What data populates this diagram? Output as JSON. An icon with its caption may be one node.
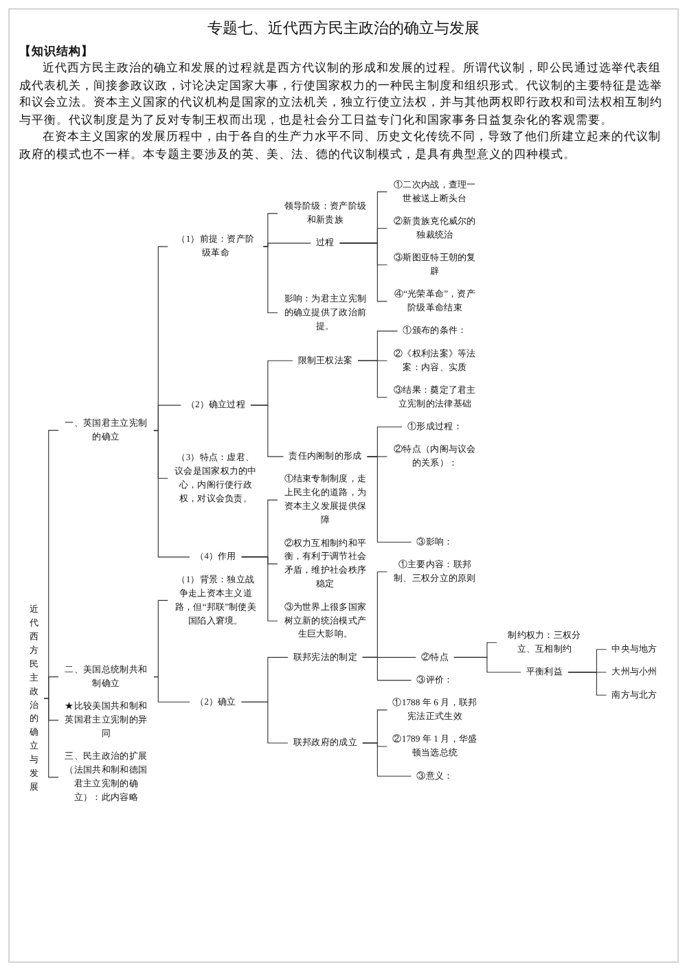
{
  "diagram": {
    "title": "专题七、近代西方民主政治的确立与发展",
    "labels": [
      "【知识结构】",
      "近代西方民主政治的确立和发展的过程就是西方代议制的形成和发展的过程。所谓代议制，即公民通过选举代表组成代表机关，间接参政议政，讨论决定国家大事，行使国家权力的一种民主制度和组织形式。代议制的主要特征是选举和议会立法。资本主义国家的代议机构是国家的立法机关，独立行使立法权，并与其他两权即行政权和司法权相互制约与平衡。代议制度是为了反对专制王权而出现，也是社会分工日益专门化和国家事务日益复杂化的客观需要。",
      "在资本主义国家的发展历程中，由于各自的生产力水平不同、历史文化传统不同，导致了他们所建立起来的代议制政府的模式也不一样。本专题主要涉及的英、美、法、德的代议制模式，是具有典型意义的四种模式。"
    ],
    "nodes": [
      {
        "text": [
          "近代西方民主政治的确立与发展"
        ]
      },
      {
        "text": [
          "一、英国君主立宪制的确立"
        ]
      },
      {
        "text": [
          "（1）前提：资产阶级革命"
        ]
      },
      {
        "text": [
          "领导阶级：资产阶级和新贵族"
        ]
      },
      {
        "text": [
          "过程"
        ]
      },
      {
        "text": [
          "①二次内战，查理一世被送上断头台"
        ]
      },
      {
        "text": [
          "②新贵族克伦威尔的独裁统治"
        ]
      },
      {
        "text": [
          "③斯图亚特王朝的复辟"
        ]
      },
      {
        "text": [
          "④“光荣革命”，资产阶级革命结束"
        ]
      },
      {
        "text": [
          "影响：为君主立宪制的确立提供了政治前提。"
        ]
      },
      {
        "text": [
          "（2）确立过程"
        ]
      },
      {
        "text": [
          "限制王权法案"
        ]
      },
      {
        "text": [
          "①颁布的条件："
        ]
      },
      {
        "text": [
          "②《权利法案》等法案：内容、实质"
        ]
      },
      {
        "text": [
          "③结果：奠定了君主立宪制的法律基础"
        ]
      },
      {
        "text": [
          "责任内阁制的形成"
        ]
      },
      {
        "text": [
          "①形成过程："
        ]
      },
      {
        "text": [
          "②特点（内阁与议会的关系）："
        ]
      },
      {
        "text": [
          "③影响："
        ]
      },
      {
        "text": [
          "（3）特点：虚君、议会是国家权力的中心，内阁行使行政权，对议会负责。"
        ]
      },
      {
        "text": [
          "（4）作用"
        ]
      },
      {
        "text": [
          "①结束专制制度，走上民主化的道路，为资本主义发展提供保障"
        ]
      },
      {
        "text": [
          "②权力互相制约和平衡，有利于调节社会矛盾，维护社会秩序稳定"
        ]
      },
      {
        "text": [
          "③为世界上很多国家树立新的统治模式产生巨大影响。"
        ]
      },
      {
        "text": [
          "二、美国总统制共和制确立"
        ]
      },
      {
        "text": [
          "（1）背景：独立战争走上资本主义道路，但“邦联”制使美国陷入窘境。"
        ]
      },
      {
        "text": [
          "（2）确立"
        ]
      },
      {
        "text": [
          "联邦宪法的制定"
        ]
      },
      {
        "text": [
          "①主要内容：联邦制、三权分立的原则"
        ]
      },
      {
        "text": [
          "②特点"
        ]
      },
      {
        "text": [
          "制约权力：三权分立、互相制约"
        ]
      },
      {
        "text": [
          "平衡利益"
        ]
      },
      {
        "text": [
          "中央与地方"
        ]
      },
      {
        "text": [
          "大州与小州"
        ]
      },
      {
        "text": [
          "南方与北方"
        ]
      },
      {
        "text": [
          "③评价："
        ]
      },
      {
        "text": [
          "联邦政府的成立"
        ]
      },
      {
        "text": [
          "①1788 年 6 月，联邦宪法正式生效"
        ]
      },
      {
        "text": [
          "②1789 年 1 月，华盛顿当选总统"
        ]
      },
      {
        "text": [
          "③意义："
        ]
      },
      {
        "text": [
          "★比较美国共和制和英国君主立宪制的异同"
        ]
      },
      {
        "text": [
          "三、民主政治的扩展（法国共和制和德国君主立宪制的确立）：此内容略"
        ]
      }
    ],
    "edges": [
      {
        "from": 0,
        "to": 1,
        "arrow": "none"
      },
      {
        "from": 1,
        "to": 2,
        "arrow": "none"
      },
      {
        "from": 2,
        "to": 3,
        "arrow": "none"
      },
      {
        "from": 2,
        "to": 4,
        "arrow": "none"
      },
      {
        "from": 4,
        "to": 5,
        "arrow": "none"
      },
      {
        "from": 4,
        "to": 6,
        "arrow": "none"
      },
      {
        "from": 4,
        "to": 7,
        "arrow": "none"
      },
      {
        "from": 4,
        "to": 8,
        "arrow": "none"
      },
      {
        "from": 2,
        "to": 9,
        "arrow": "none"
      },
      {
        "from": 1,
        "to": 10,
        "arrow": "none"
      },
      {
        "from": 10,
        "to": 11,
        "arrow": "none"
      },
      {
        "from": 11,
        "to": 12,
        "arrow": "none"
      },
      {
        "from": 11,
        "to": 13,
        "arrow": "none"
      },
      {
        "from": 11,
        "to": 14,
        "arrow": "none"
      },
      {
        "from": 10,
        "to": 15,
        "arrow": "none"
      },
      {
        "from": 15,
        "to": 16,
        "arrow": "none"
      },
      {
        "from": 15,
        "to": 17,
        "arrow": "none"
      },
      {
        "from": 15,
        "to": 18,
        "arrow": "none"
      },
      {
        "from": 1,
        "to": 19,
        "arrow": "none"
      },
      {
        "from": 1,
        "to": 20,
        "arrow": "none"
      },
      {
        "from": 20,
        "to": 21,
        "arrow": "none"
      },
      {
        "from": 20,
        "to": 22,
        "arrow": "none"
      },
      {
        "from": 20,
        "to": 23,
        "arrow": "none"
      },
      {
        "from": 0,
        "to": 24,
        "arrow": "none"
      },
      {
        "from": 24,
        "to": 25,
        "arrow": "none"
      },
      {
        "from": 24,
        "to": 26,
        "arrow": "none"
      },
      {
        "from": 26,
        "to": 27,
        "arrow": "none"
      },
      {
        "from": 27,
        "to": 28,
        "arrow": "none"
      },
      {
        "from": 27,
        "to": 29,
        "arrow": "none"
      },
      {
        "from": 29,
        "to": 30,
        "arrow": "none"
      },
      {
        "from": 29,
        "to": 31,
        "arrow": "none"
      },
      {
        "from": 31,
        "to": 32,
        "arrow": "none"
      },
      {
        "from": 31,
        "to": 33,
        "arrow": "none"
      },
      {
        "from": 31,
        "to": 34,
        "arrow": "none"
      },
      {
        "from": 27,
        "to": 35,
        "arrow": "none"
      },
      {
        "from": 26,
        "to": 36,
        "arrow": "none"
      },
      {
        "from": 36,
        "to": 37,
        "arrow": "none"
      },
      {
        "from": 36,
        "to": 38,
        "arrow": "none"
      },
      {
        "from": 36,
        "to": 39,
        "arrow": "none"
      },
      {
        "from": 0,
        "to": 40,
        "arrow": "none"
      },
      {
        "from": 0,
        "to": 41,
        "arrow": "none"
      }
    ]
  }
}
